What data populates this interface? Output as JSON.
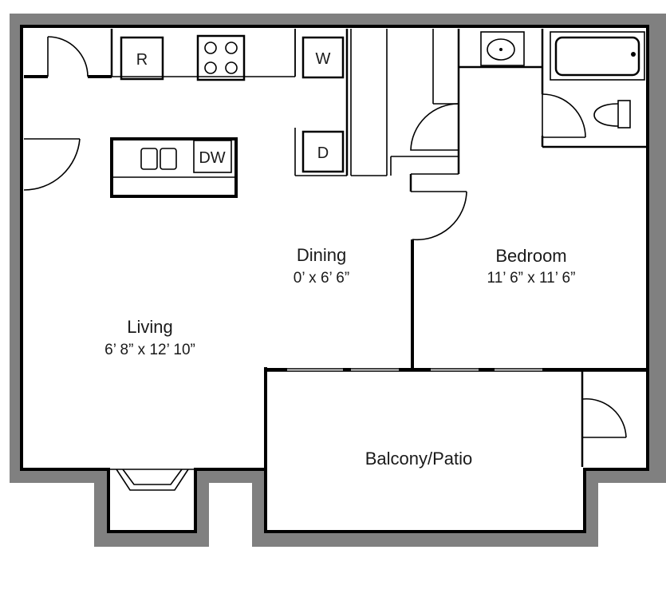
{
  "rooms": {
    "living": {
      "name": "Living",
      "dims": "6’ 8” x 12’ 10”"
    },
    "dining": {
      "name": "Dining",
      "dims": "0’ x 6’ 6”"
    },
    "bedroom": {
      "name": "Bedroom",
      "dims": "11’ 6” x 11’ 6”"
    },
    "balcony": {
      "name": "Balcony/Patio"
    }
  },
  "appliances": {
    "refrigerator": "R",
    "washer": "W",
    "dryer": "D",
    "dishwasher": "DW"
  },
  "colors": {
    "outer_wall": "#808080",
    "wall": "#000000",
    "background": "#ffffff"
  }
}
